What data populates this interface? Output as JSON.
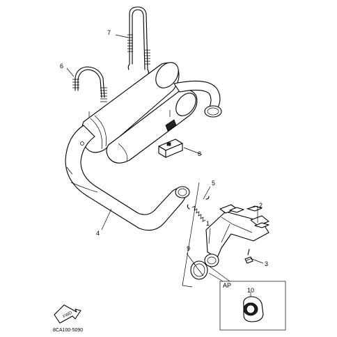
{
  "callouts": {
    "c1": "1",
    "c2": "2",
    "c3": "3",
    "c4": "4",
    "c5": "5",
    "c6": "6",
    "c7": "7",
    "c8": "8",
    "c9": "9",
    "c10": "10"
  },
  "inset_label": "AP",
  "fwd_label": "FWD",
  "reference_code": "8CA100-5090",
  "colors": {
    "ink": "#000000",
    "paper": "#ffffff"
  }
}
